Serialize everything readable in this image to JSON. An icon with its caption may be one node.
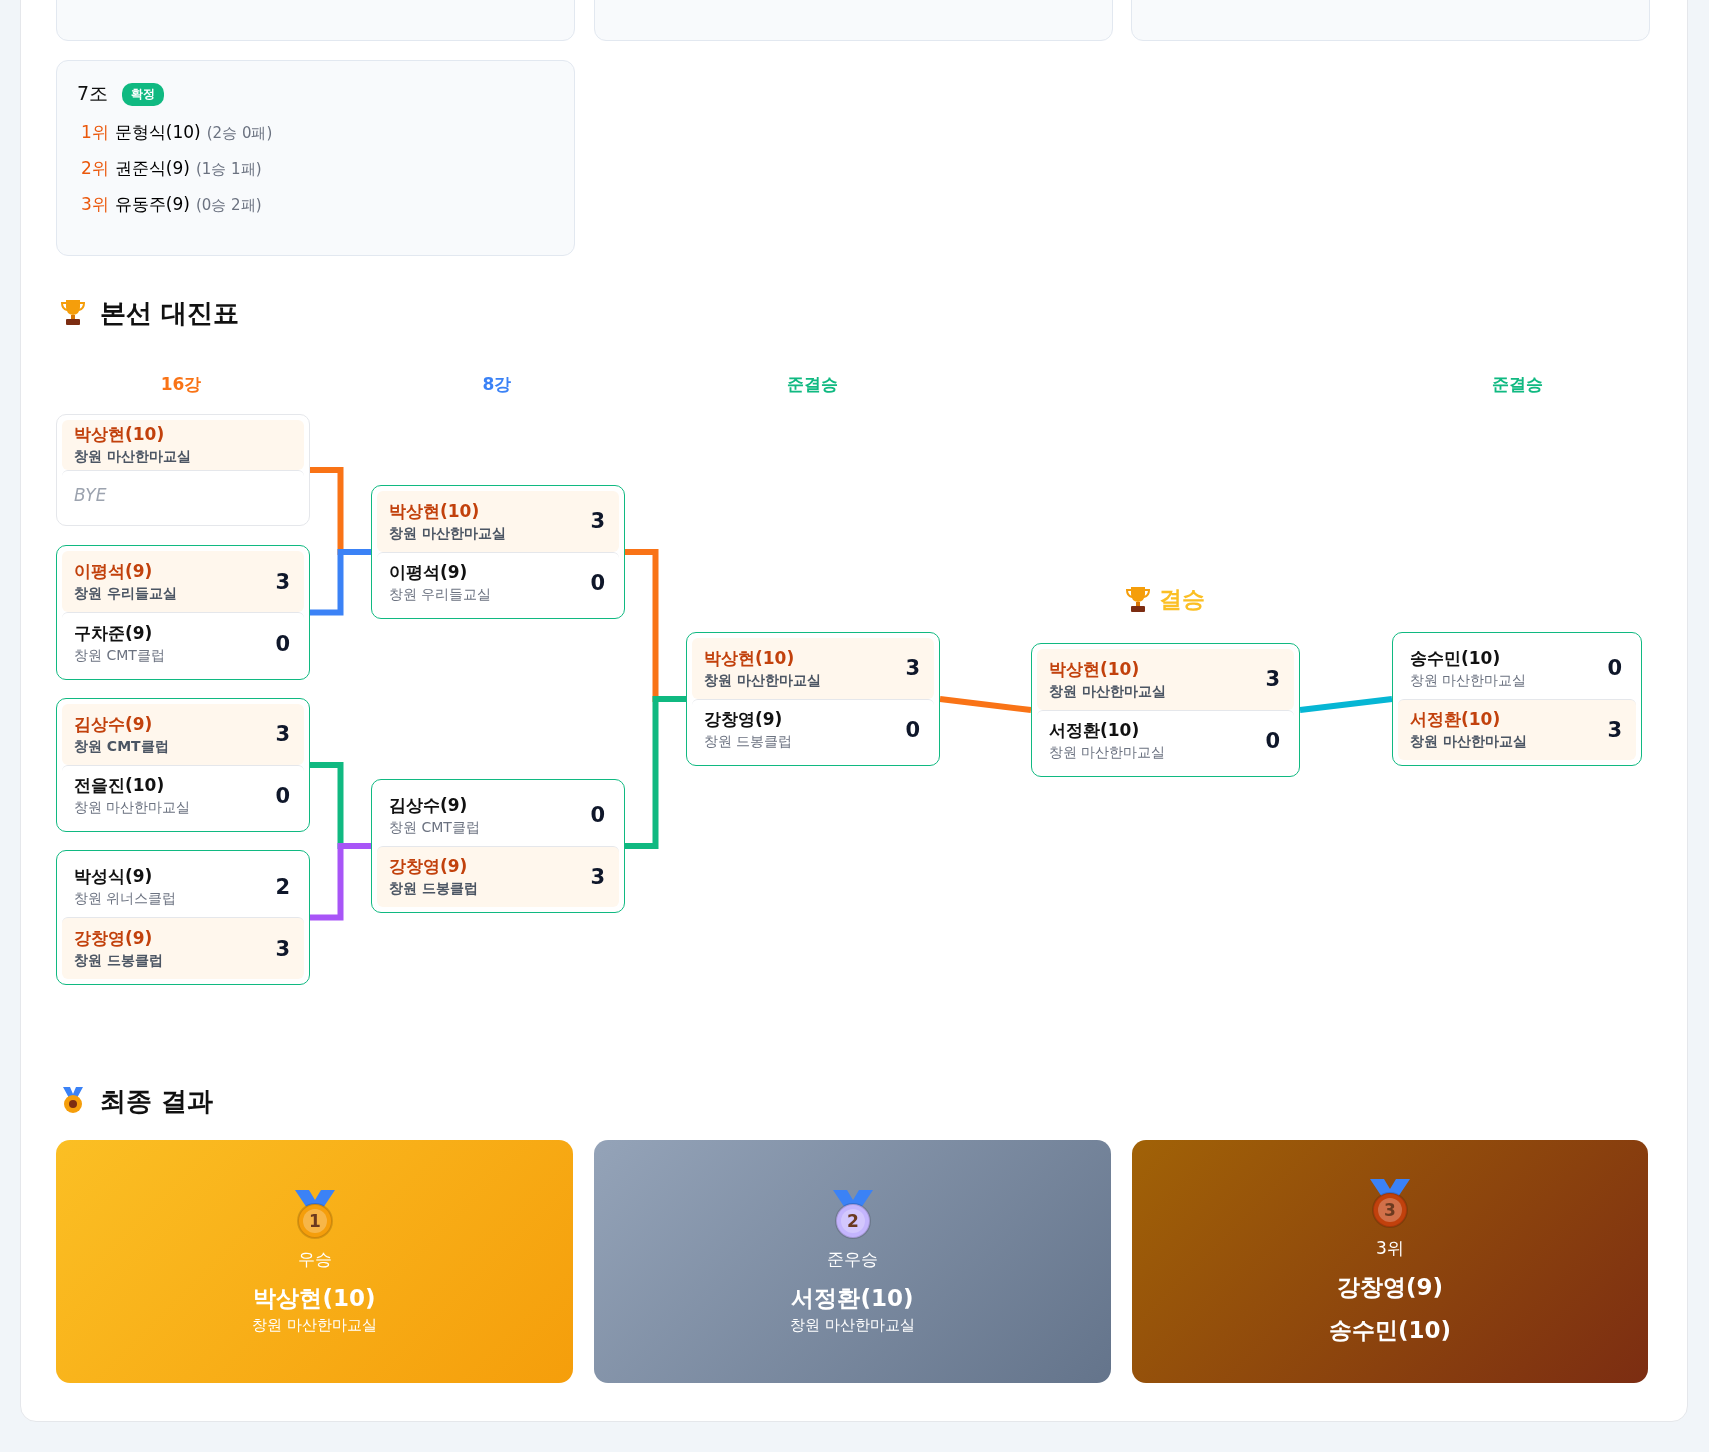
{
  "diagram": {
    "nodes": [
      {
        "text": [],
        "shape": "box"
      },
      {
        "text": [],
        "shape": "box"
      },
      {
        "text": [],
        "shape": "box"
      },
      {
        "text": [
          "7조",
          "확정",
          "1위",
          "문형식(10)",
          "(2승 0패)",
          "2위",
          "권준식(9)",
          "(1승 1패)",
          "3위",
          "유동주(9)",
          "(0승 2패)"
        ]
      },
      {
        "text": [
          "박상현(10)",
          "창원 마산한마교실",
          "BYE"
        ]
      },
      {
        "text": [
          "이평석(9)",
          "창원 우리들교실",
          "3",
          "구차준(9)",
          "창원 CMT클럽",
          "0"
        ]
      },
      {
        "text": [
          "김상수(9)",
          "창원 CMT클럽",
          "3",
          "전을진(10)",
          "창원 마산한마교실",
          "0"
        ]
      },
      {
        "text": [
          "박성식(9)",
          "창원 위너스클럽",
          "2",
          "강창영(9)",
          "창원 드봉클럽",
          "3"
        ]
      },
      {
        "text": [
          "박상현(10)",
          "창원 마산한마교실",
          "3",
          "이평석(9)",
          "창원 우리들교실",
          "0"
        ]
      },
      {
        "text": [
          "김상수(9)",
          "창원 CMT클럽",
          "0",
          "강창영(9)",
          "창원 드봉클럽",
          "3"
        ]
      },
      {
        "text": [
          "박상현(10)",
          "창원 마산한마교실",
          "3",
          "강창영(9)",
          "창원 드봉클럽",
          "0"
        ]
      },
      {
        "text": [
          "박상현(10)",
          "창원 마산한마교실",
          "3",
          "서정환(10)",
          "창원 마산한마교실",
          "0"
        ]
      },
      {
        "text": [
          "송수민(10)",
          "창원 마산한마교실",
          "0",
          "서정환(10)",
          "창원 마산한마교실",
          "3"
        ]
      },
      {
        "text": [
          "1",
          "우승",
          "박상현(10)",
          "창원 마산한마교실"
        ]
      },
      {
        "text": [
          "2",
          "준우승",
          "서정환(10)",
          "창원 마산한마교실"
        ]
      },
      {
        "text": [
          "3",
          "3위",
          "강창영(9)",
          "송수민(10)"
        ]
      }
    ],
    "edges": [
      {
        "from": 4,
        "to": 8,
        "arrow": "none",
        "color": "#f97316"
      },
      {
        "from": 5,
        "to": 8,
        "arrow": "none",
        "color": "#3b82f6"
      },
      {
        "from": 6,
        "to": 9,
        "arrow": "none",
        "color": "#10b981"
      },
      {
        "from": 7,
        "to": 9,
        "arrow": "none",
        "color": "#a855f7"
      },
      {
        "from": 8,
        "to": 10,
        "arrow": "none",
        "color": "#f97316"
      },
      {
        "from": 9,
        "to": 10,
        "arrow": "none",
        "color": "#10b981"
      },
      {
        "from": 10,
        "to": 11,
        "arrow": "none",
        "color": "#f97316"
      },
      {
        "from": 12,
        "to": 11,
        "arrow": "none",
        "color": "#06b6d4"
      }
    ],
    "labels": [
      "본선 대진표",
      "16강",
      "8강",
      "준결승",
      "결승",
      "준결승",
      "최종 결과"
    ]
  }
}
